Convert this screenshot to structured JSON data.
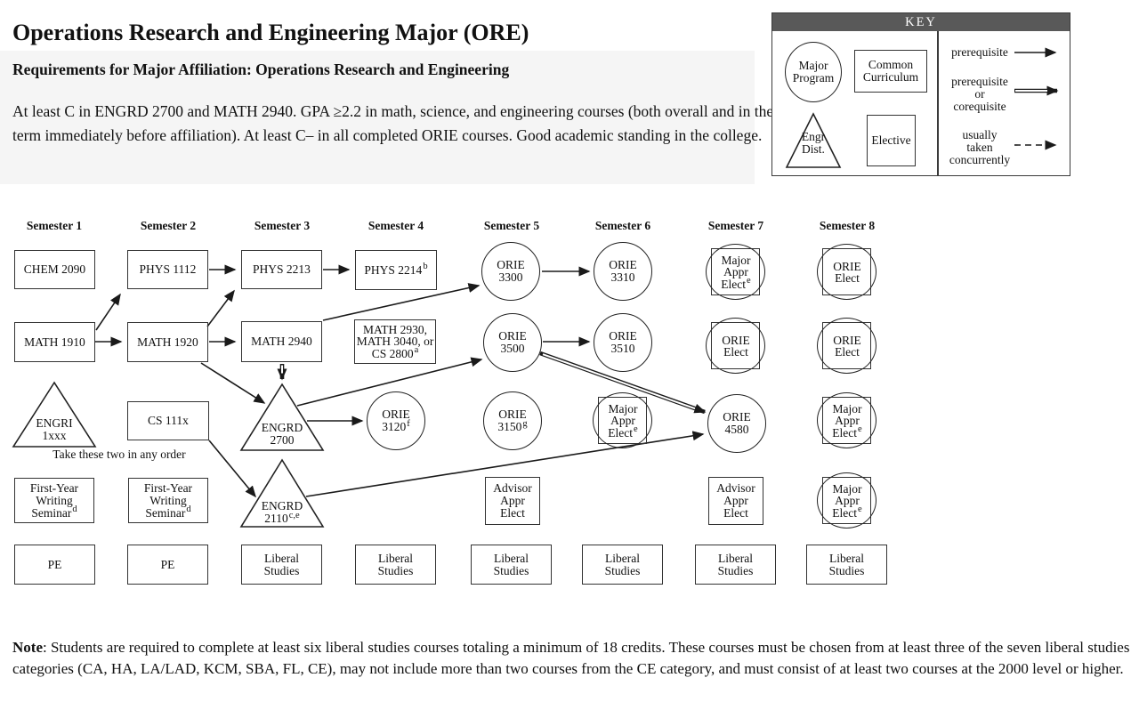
{
  "header": {
    "title": "Operations Research and Engineering Major (ORE)",
    "subtitle": "Requirements for Major Affiliation:  Operations Research and Engineering",
    "body": "At least C in ENGRD 2700 and MATH 2940. GPA ≥2.2 in math, science, and engineering courses (both overall and in the term immediately before affiliation). At least C– in all completed ORIE courses. Good academic standing in the college."
  },
  "key": {
    "title": "KEY",
    "major_program": [
      "Major",
      "Program"
    ],
    "common_curriculum": [
      "Common",
      "Curriculum"
    ],
    "engr_dist": [
      "Engr",
      "Dist."
    ],
    "elective": "Elective",
    "arrow_prerequisite": "prerequisite",
    "arrow_prereq_coreq": [
      "prerequisite",
      "or",
      "corequisite"
    ],
    "arrow_concurrent": [
      "usually",
      "taken",
      "concurrently"
    ]
  },
  "semesters": [
    "Semester 1",
    "Semester 2",
    "Semester 3",
    "Semester 4",
    "Semester 5",
    "Semester 6",
    "Semester 7",
    "Semester 8"
  ],
  "annotation": "Take these two in any order",
  "courses": {
    "chem2090": "CHEM 2090",
    "phys1112": "PHYS 1112",
    "phys2213": "PHYS 2213",
    "phys2214": "PHYS 2214",
    "phys2214_sup": "b",
    "math1910": "MATH 1910",
    "math1920": "MATH 1920",
    "math2940": "MATH 2940",
    "math_alt": [
      "MATH 2930,",
      "MATH 3040, or",
      "CS 2800"
    ],
    "math_alt_sup": "a",
    "orie3300": [
      "ORIE",
      "3300"
    ],
    "orie3310": [
      "ORIE",
      "3310"
    ],
    "orie3500": [
      "ORIE",
      "3500"
    ],
    "orie3510": [
      "ORIE",
      "3510"
    ],
    "orie3120": [
      "ORIE",
      "3120"
    ],
    "orie3120_sup": "f",
    "orie3150": [
      "ORIE",
      "3150"
    ],
    "orie3150_sup": "g",
    "orie4580": [
      "ORIE",
      "4580"
    ],
    "engri1xxx": [
      "ENGRI",
      "1xxx"
    ],
    "cs111x": "CS 111x",
    "engrd2700": [
      "ENGRD",
      "2700"
    ],
    "engrd2110": [
      "ENGRD",
      "2110"
    ],
    "engrd2110_sup": "c,e",
    "fyws": [
      "First-Year",
      "Writing",
      "Seminar"
    ],
    "fyws_sup": "d",
    "pe": "PE",
    "liberal": [
      "Liberal",
      "Studies"
    ],
    "orie_elect": [
      "ORIE",
      "Elect"
    ],
    "major_appr_elect": [
      "Major",
      "Appr",
      "Elect"
    ],
    "major_appr_elect_sup": "e",
    "advisor_appr_elect": [
      "Advisor",
      "Appr",
      "Elect"
    ]
  },
  "edges": [
    {
      "from": "MATH 1910",
      "to": "MATH 1920",
      "type": "prerequisite"
    },
    {
      "from": "MATH 1910",
      "to": "PHYS 1112",
      "type": "prerequisite"
    },
    {
      "from": "PHYS 1112",
      "to": "PHYS 2213",
      "type": "prerequisite"
    },
    {
      "from": "MATH 1920",
      "to": "PHYS 2213",
      "type": "prerequisite"
    },
    {
      "from": "MATH 1920",
      "to": "MATH 2940",
      "type": "prerequisite"
    },
    {
      "from": "PHYS 2213",
      "to": "PHYS 2214",
      "type": "prerequisite"
    },
    {
      "from": "MATH 2940",
      "to": "ORIE 3300",
      "type": "prerequisite"
    },
    {
      "from": "MATH 2940",
      "to": "ENGRD 2700",
      "type": "prerequisite-or-corequisite"
    },
    {
      "from": "MATH 1920",
      "to": "ENGRD 2700",
      "type": "prerequisite"
    },
    {
      "from": "ENGRD 2700",
      "to": "ORIE 3500",
      "type": "prerequisite"
    },
    {
      "from": "ENGRD 2700",
      "to": "ORIE 3120",
      "type": "prerequisite"
    },
    {
      "from": "ORIE 3300",
      "to": "ORIE 3310",
      "type": "prerequisite"
    },
    {
      "from": "ORIE 3500",
      "to": "ORIE 3510",
      "type": "prerequisite"
    },
    {
      "from": "ORIE 3500",
      "to": "ORIE 4580",
      "type": "prerequisite-or-corequisite"
    },
    {
      "from": "CS 111x",
      "to": "ENGRD 2110",
      "type": "prerequisite"
    },
    {
      "from": "ENGRD 2110",
      "to": "ORIE 4580",
      "type": "prerequisite"
    }
  ],
  "note": {
    "label": "Note",
    "text": ": Students are required to complete at least six liberal studies courses totaling a minimum of 18 credits.  These courses must be chosen from at least three of the seven liberal studies categories (CA, HA, LA/LAD, KCM, SBA, FL, CE), may not include more than two courses from the CE category, and must consist of at least two courses at the 2000 level or higher."
  }
}
